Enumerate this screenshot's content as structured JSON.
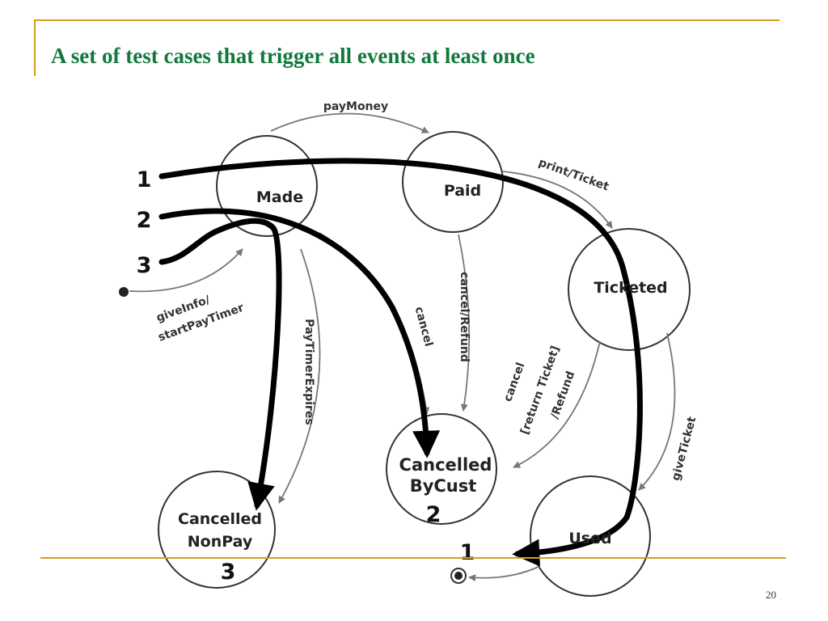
{
  "slide": {
    "title": "A set of test cases that trigger all events at least once",
    "page_number": "20"
  },
  "colors": {
    "title": "#12783c",
    "rule": "#d4a017",
    "thin_arrow": "#777777",
    "test_path": "#000000"
  },
  "states": {
    "made": "Made",
    "paid": "Paid",
    "ticketed": "Ticketed",
    "cancelled_bycust_line1": "Cancelled",
    "cancelled_bycust_line2": "ByCust",
    "cancelled_nonpay_line1": "Cancelled",
    "cancelled_nonpay_line2": "NonPay",
    "used": "Used"
  },
  "transitions": {
    "pay_money": "payMoney",
    "print_ticket": "print/Ticket",
    "give_info_line1": "giveInfo/",
    "give_info_line2": "startPayTimer",
    "pay_timer_expires": "PayTimerExpires",
    "cancel": "cancel",
    "cancel_refund": "cancel/Refund",
    "cancel_return_line1": "cancel",
    "cancel_return_line2": "[return Ticket]",
    "cancel_return_line3": "/Refund",
    "give_ticket": "giveTicket"
  },
  "test_cases": {
    "case1_start": "1",
    "case2_start": "2",
    "case3_start": "3",
    "case1_end": "1",
    "case2_end": "2",
    "case3_end": "3"
  }
}
